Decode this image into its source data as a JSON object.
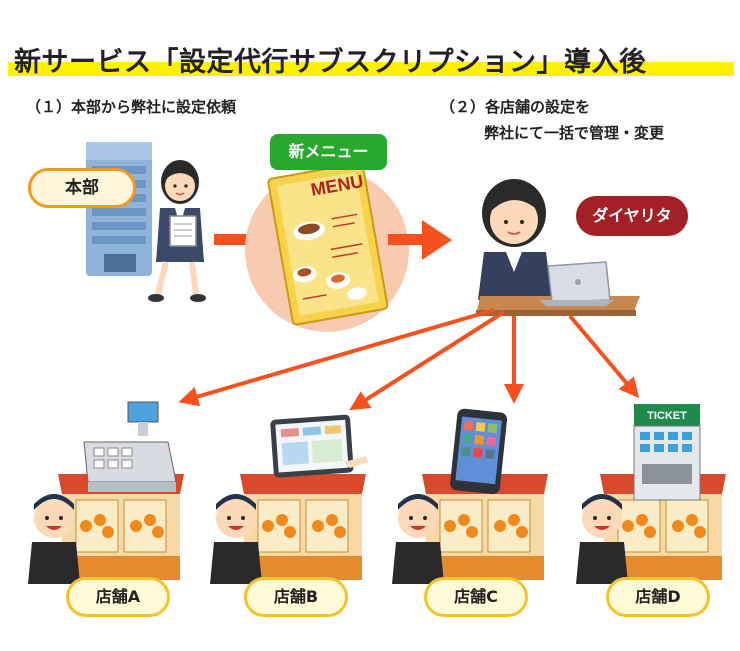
{
  "title": "新サービス「設定代行サブスクリプション」導入後",
  "steps": {
    "step1": "（１）本部から弊社に設定依頼",
    "step2_line1": "（２）各店舗の設定を",
    "step2_line2": "弊社にて一括で管理・変更"
  },
  "labels": {
    "hq": "本部",
    "new_menu": "新メニュー",
    "menu_card": "MENU",
    "daiyarita": "ダイヤリタ",
    "ticket": "TICKET"
  },
  "stores": [
    {
      "label": "店舗A",
      "device": "cash-register"
    },
    {
      "label": "店舗B",
      "device": "tablet"
    },
    {
      "label": "店舗C",
      "device": "smartphone"
    },
    {
      "label": "店舗D",
      "device": "ticket-machine"
    }
  ],
  "colors": {
    "title_highlight": "#ffef00",
    "arrow": "#f4511e",
    "hq_border": "#f29a1c",
    "new_menu_bg": "#29a82f",
    "daiyarita_bg": "#a32026",
    "store_border": "#f5c22a"
  }
}
